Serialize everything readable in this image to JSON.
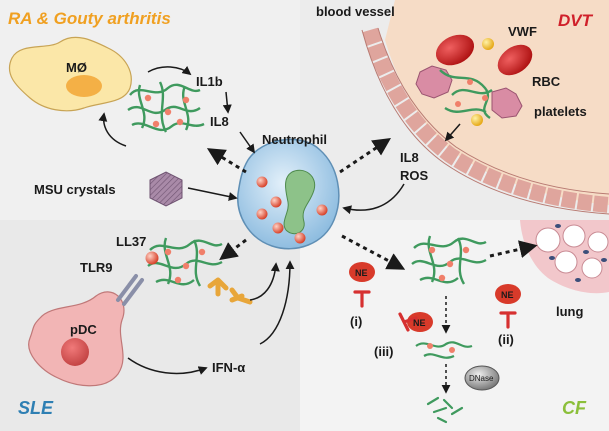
{
  "panels": {
    "ra": {
      "title": "RA & Gouty arthritis",
      "title_color": "#f0a021"
    },
    "dvt": {
      "title": "DVT",
      "title_color": "#d0202a"
    },
    "sle": {
      "title": "SLE",
      "title_color": "#2e7fb3"
    },
    "cf": {
      "title": "CF",
      "title_color": "#8bbf3a"
    }
  },
  "labels": {
    "macrophage": "MØ",
    "il1b": "IL1b",
    "il8_top": "IL8",
    "neutrophil": "Neutrophil",
    "msu": "MSU crystals",
    "blood_vessel": "blood vessel",
    "vwf": "VWF",
    "rbc": "RBC",
    "platelets": "platelets",
    "il8_dvt": "IL8",
    "ros": "ROS",
    "ll37": "LL37",
    "tlr9": "TLR9",
    "pdc": "pDC",
    "ifn": "IFN-α",
    "ne": "NE",
    "step_i": "(i)",
    "step_ii": "(ii)",
    "step_iii": "(iii)",
    "dnase": "DNase",
    "lung": "lung"
  },
  "colors": {
    "panel_bg": "#efefef",
    "net_strand": "#3f9a5e",
    "net_bead": "#f07f6a",
    "neutrophil_fill": "#a9cde8",
    "nucleus_fill": "#8dc289",
    "ne_fill": "#d83a2a",
    "inhibitor": "#d63030",
    "macrophage_fill": "#fbe7a8",
    "pdc_fill": "#f2b5b5",
    "vessel_fill": "#f6dcc6",
    "vessel_wall": "#e8b4ad",
    "rbc": "#d42a2a",
    "platelet": "#d98ca4",
    "vwf": "#f7cc3a",
    "lung_nodule": "#3b4e7a"
  }
}
